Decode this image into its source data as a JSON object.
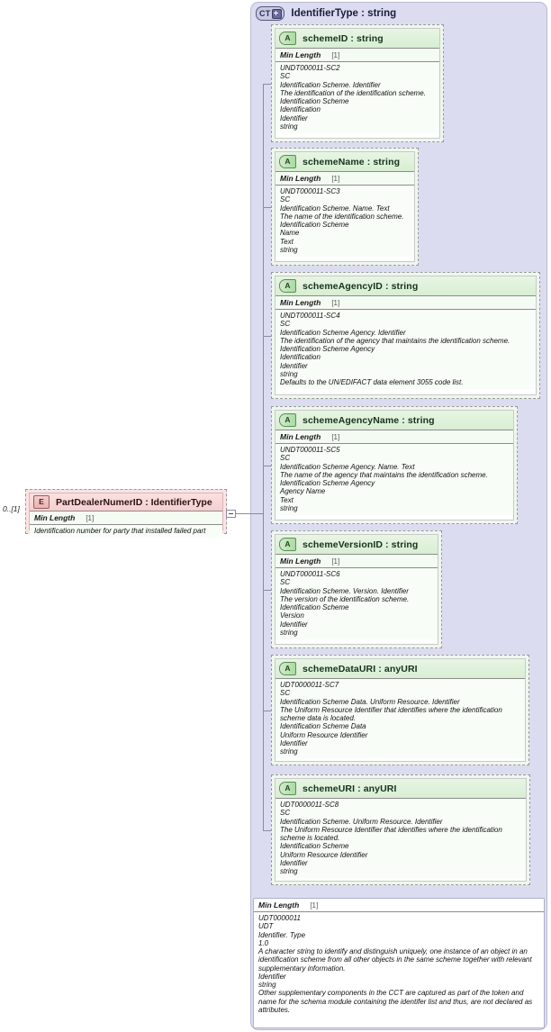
{
  "diagram": {
    "kind": "xsd-schema-diagram",
    "colors": {
      "container_bg": "#dcdcf0",
      "attribute_bg": "#eef7ee",
      "element_bg": "#fbe3e3",
      "badge_attribute": "#a9dba0",
      "badge_element": "#e9b4b4",
      "badge_complextype": "#c9c9e4"
    }
  },
  "complex_type": {
    "badge": "CT",
    "badge_expand_icon": "plus-icon",
    "title": "IdentifierType : string",
    "facet": {
      "name": "Min Length",
      "cardinality": "[1]"
    },
    "documentation": [
      "UDT0000011",
      "UDT",
      "Identifier. Type",
      "1.0",
      "A character string to identify and distinguish uniquely, one instance of an object in an identification scheme from all other objects in the same scheme together with relevant supplementary information.",
      "Identifier",
      "string",
      "Other supplementary components in the CCT are captured as part of the token and name for the schema module containing the identifer list and thus, are not declared as attributes."
    ]
  },
  "element": {
    "badge": "E",
    "name": "PartDealerNumerID : IdentifierType",
    "cardinality": "0..[1]",
    "facet": {
      "name": "Min Length",
      "cardinality": "[1]"
    },
    "documentation": [
      "Identification number for party that installed failed part"
    ],
    "connector_icon": "minus-collapse-icon"
  },
  "attributes": [
    {
      "badge": "A",
      "name": "schemeID : string",
      "facet": {
        "name": "Min Length",
        "cardinality": "[1]"
      },
      "documentation": [
        "UNDT000011-SC2",
        "SC",
        "Identification Scheme. Identifier",
        "The identification of the identification scheme.",
        "Identification Scheme",
        "Identification",
        "Identifier",
        "string"
      ]
    },
    {
      "badge": "A",
      "name": "schemeName : string",
      "facet": {
        "name": "Min Length",
        "cardinality": "[1]"
      },
      "documentation": [
        "UNDT000011-SC3",
        "SC",
        "Identification Scheme. Name. Text",
        "The name of the identification scheme.",
        "Identification Scheme",
        "Name",
        "Text",
        "string"
      ]
    },
    {
      "badge": "A",
      "name": "schemeAgencyID : string",
      "facet": {
        "name": "Min Length",
        "cardinality": "[1]"
      },
      "documentation": [
        "UNDT000011-SC4",
        "SC",
        "Identification Scheme Agency. Identifier",
        "The identification of the agency that maintains the identification scheme.",
        "Identification Scheme Agency",
        "Identification",
        "Identifier",
        "string",
        "Defaults to the UN/EDIFACT data element 3055 code list."
      ]
    },
    {
      "badge": "A",
      "name": "schemeAgencyName : string",
      "facet": {
        "name": "Min Length",
        "cardinality": "[1]"
      },
      "documentation": [
        "UNDT000011-SC5",
        "SC",
        "Identification Scheme Agency. Name. Text",
        "The name of the agency that maintains the identification scheme.",
        "Identification Scheme Agency",
        "Agency Name",
        "Text",
        "string"
      ]
    },
    {
      "badge": "A",
      "name": "schemeVersionID : string",
      "facet": {
        "name": "Min Length",
        "cardinality": "[1]"
      },
      "documentation": [
        "UNDT000011-SC6",
        "SC",
        "Identification Scheme. Version. Identifier",
        "The version of the identification scheme.",
        "Identification Scheme",
        "Version",
        "Identifier",
        "string"
      ]
    },
    {
      "badge": "A",
      "name": "schemeDataURI : anyURI",
      "facet": null,
      "documentation": [
        "UDT0000011-SC7",
        "SC",
        "Identification Scheme Data. Uniform Resource. Identifier",
        "The Uniform Resource Identifier that identifies where the identification scheme data is located.",
        "Identification Scheme Data",
        "Uniform Resource Identifier",
        "Identifier",
        "string"
      ]
    },
    {
      "badge": "A",
      "name": "schemeURI : anyURI",
      "facet": null,
      "documentation": [
        "UDT0000011-SC8",
        "SC",
        "Identification Scheme. Uniform Resource. Identifier",
        "The Uniform Resource Identifier that identifies where the identification scheme is located.",
        "Identification Scheme",
        "Uniform Resource Identifier",
        "Identifier",
        "string"
      ]
    }
  ]
}
